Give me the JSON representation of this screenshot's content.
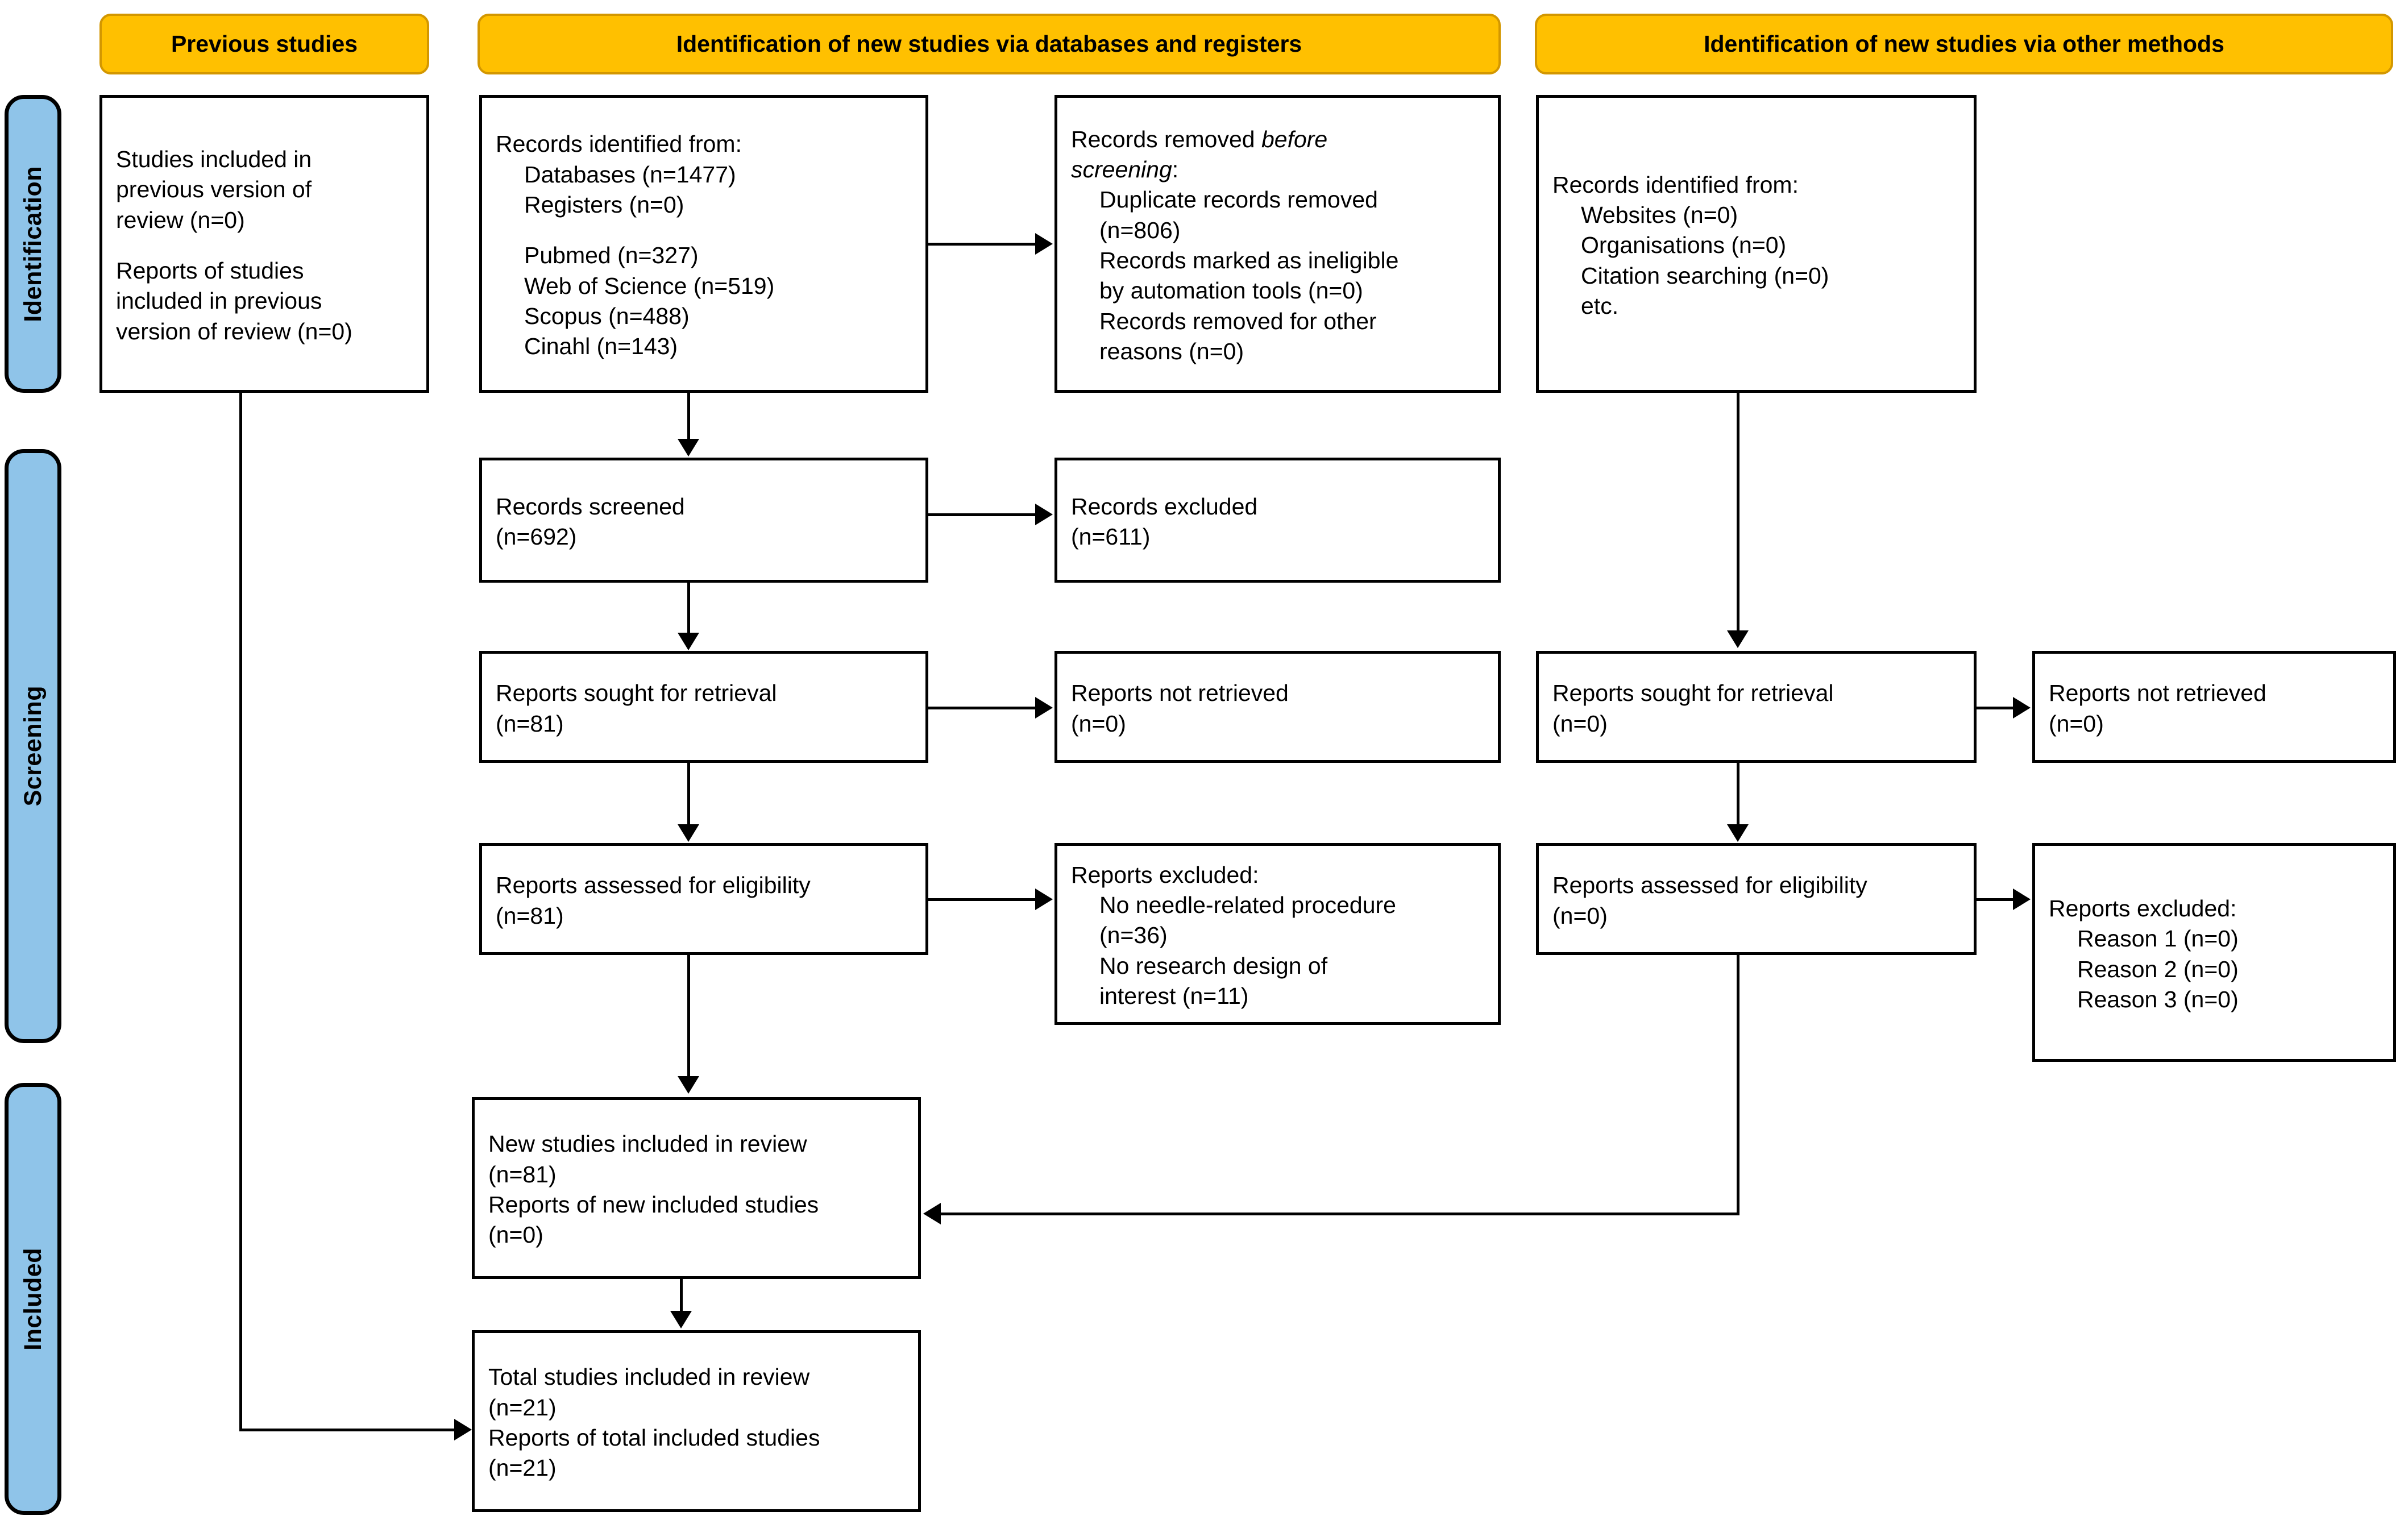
{
  "diagram": {
    "title": "PRISMA 2020 flow diagram",
    "colors": {
      "header_fill": "#FFC000",
      "header_border": "#D39700",
      "phase_fill": "#8FC4E9",
      "box_border": "#000000",
      "page_background": "#FFFFFF"
    }
  },
  "phases": [
    {
      "id": "identification",
      "label": "Identification"
    },
    {
      "id": "screening",
      "label": "Screening"
    },
    {
      "id": "included",
      "label": "Included"
    }
  ],
  "column_headers": [
    {
      "id": "previous-studies",
      "label": "Previous studies"
    },
    {
      "id": "databases-registers",
      "label": "Identification of new studies via databases and registers"
    },
    {
      "id": "other-methods",
      "label": "Identification of new studies via other methods"
    }
  ],
  "boxes": {
    "previous_studies": {
      "lines": [
        {
          "text": "Studies included in",
          "indent": false
        },
        {
          "text": "previous version of",
          "indent": false
        },
        {
          "text": "review (n=0)",
          "indent": false
        },
        {
          "text": "",
          "indent": false,
          "spacer": true
        },
        {
          "text": "Reports of studies",
          "indent": false
        },
        {
          "text": "included in previous",
          "indent": false
        },
        {
          "text": "version of review (n=0)",
          "indent": false
        }
      ]
    },
    "records_identified_db": {
      "lines": [
        {
          "text": "Records identified from:",
          "indent": false
        },
        {
          "text": "Databases (n=1477)",
          "indent": true
        },
        {
          "text": "Registers (n=0)",
          "indent": true
        },
        {
          "text": "",
          "indent": false,
          "spacer": true
        },
        {
          "text": "Pubmed (n=327)",
          "indent": true
        },
        {
          "text": "Web of Science (n=519)",
          "indent": true
        },
        {
          "text": "Scopus (n=488)",
          "indent": true
        },
        {
          "text": "Cinahl (n=143)",
          "indent": true
        }
      ]
    },
    "records_removed": {
      "line1_prefix": "Records removed ",
      "line1_italic": "before",
      "line2_italic": "screening",
      "line2_suffix": ":",
      "lines": [
        {
          "text": "Duplicate records removed",
          "indent": true
        },
        {
          "text": "(n=806)",
          "indent": true
        },
        {
          "text": "Records marked as ineligible",
          "indent": true
        },
        {
          "text": "by automation tools (n=0)",
          "indent": true
        },
        {
          "text": "Records removed for other",
          "indent": true
        },
        {
          "text": "reasons (n=0)",
          "indent": true
        }
      ]
    },
    "records_identified_other": {
      "lines": [
        {
          "text": "Records identified from:",
          "indent": false
        },
        {
          "text": "Websites (n=0)",
          "indent": true
        },
        {
          "text": "Organisations (n=0)",
          "indent": true
        },
        {
          "text": "Citation searching (n=0)",
          "indent": true
        },
        {
          "text": "etc.",
          "indent": true
        }
      ]
    },
    "records_screened": {
      "lines": [
        {
          "text": "Records screened",
          "indent": false
        },
        {
          "text": "(n=692)",
          "indent": false
        }
      ]
    },
    "records_excluded": {
      "lines": [
        {
          "text": "Records excluded",
          "indent": false
        },
        {
          "text": "(n=611)",
          "indent": false
        }
      ]
    },
    "reports_sought_db": {
      "lines": [
        {
          "text": "Reports sought for retrieval",
          "indent": false
        },
        {
          "text": "(n=81)",
          "indent": false
        }
      ]
    },
    "reports_not_retrieved_db": {
      "lines": [
        {
          "text": "Reports not retrieved",
          "indent": false
        },
        {
          "text": "(n=0)",
          "indent": false
        }
      ]
    },
    "reports_assessed_db": {
      "lines": [
        {
          "text": "Reports assessed for eligibility",
          "indent": false
        },
        {
          "text": "(n=81)",
          "indent": false
        }
      ]
    },
    "reports_excluded_db": {
      "lines": [
        {
          "text": "Reports excluded:",
          "indent": false
        },
        {
          "text": "No needle-related procedure",
          "indent": true
        },
        {
          "text": "(n=36)",
          "indent": true
        },
        {
          "text": "No research design of",
          "indent": true
        },
        {
          "text": "interest (n=11)",
          "indent": true
        }
      ]
    },
    "reports_sought_other": {
      "lines": [
        {
          "text": "Reports sought for retrieval",
          "indent": false
        },
        {
          "text": "(n=0)",
          "indent": false
        }
      ]
    },
    "reports_not_retrieved_other": {
      "lines": [
        {
          "text": "Reports not retrieved",
          "indent": false
        },
        {
          "text": "(n=0)",
          "indent": false
        }
      ]
    },
    "reports_assessed_other": {
      "lines": [
        {
          "text": "Reports assessed for eligibility",
          "indent": false
        },
        {
          "text": "(n=0)",
          "indent": false
        }
      ]
    },
    "reports_excluded_other": {
      "lines": [
        {
          "text": "Reports excluded:",
          "indent": false
        },
        {
          "text": "Reason 1 (n=0)",
          "indent": true
        },
        {
          "text": "Reason 2 (n=0)",
          "indent": true
        },
        {
          "text": "Reason 3 (n=0)",
          "indent": true
        }
      ]
    },
    "new_studies_included": {
      "lines": [
        {
          "text": "New studies included in review",
          "indent": false
        },
        {
          "text": "(n=81)",
          "indent": false
        },
        {
          "text": "Reports of new included studies",
          "indent": false
        },
        {
          "text": "(n=0)",
          "indent": false
        }
      ]
    },
    "total_studies_included": {
      "lines": [
        {
          "text": "Total studies included in review",
          "indent": false
        },
        {
          "text": "(n=21)",
          "indent": false
        },
        {
          "text": "Reports of total included studies",
          "indent": false
        },
        {
          "text": "(n=21)",
          "indent": false
        }
      ]
    }
  }
}
